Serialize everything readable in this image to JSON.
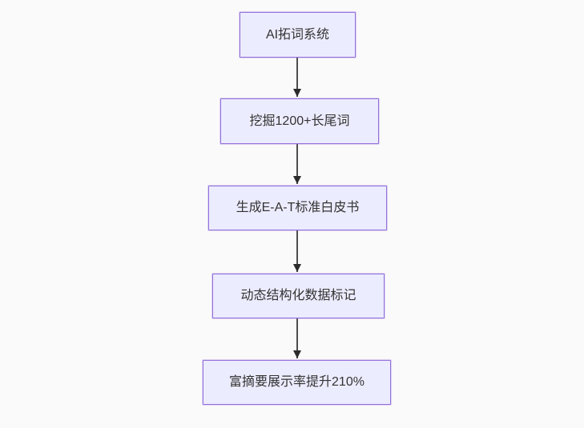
{
  "diagram": {
    "type": "flowchart",
    "direction": "top-down",
    "nodes": [
      {
        "id": "A",
        "label": "AI拓词系统"
      },
      {
        "id": "B",
        "label": "挖掘1200+长尾词"
      },
      {
        "id": "C",
        "label": "生成E-A-T标准白皮书"
      },
      {
        "id": "D",
        "label": "动态结构化数据标记"
      },
      {
        "id": "E",
        "label": "富摘要展示率提升210%"
      }
    ],
    "edges": [
      {
        "from": "A",
        "to": "B"
      },
      {
        "from": "B",
        "to": "C"
      },
      {
        "from": "C",
        "to": "D"
      },
      {
        "from": "D",
        "to": "E"
      }
    ],
    "colors": {
      "background": "#fafafa",
      "node_fill": "#ECECFF",
      "node_border": "#9370DB",
      "text": "#333333",
      "arrow_line": "#4d4d4d",
      "arrow_head": "#2b2b2b"
    }
  }
}
